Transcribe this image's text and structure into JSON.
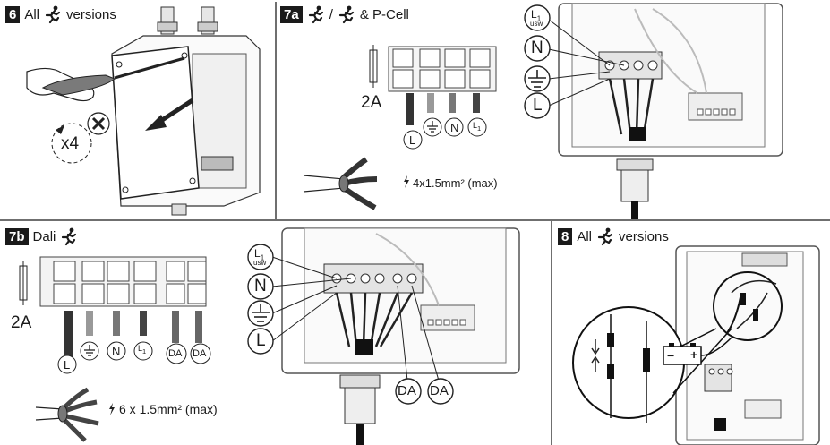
{
  "steps": {
    "s6": {
      "num": "6",
      "label": "All",
      "suffix": "versions"
    },
    "s7a": {
      "num": "7a",
      "sep": "/",
      "suffix": "& P-Cell"
    },
    "s7b": {
      "num": "7b",
      "label": "Dali"
    },
    "s8": {
      "num": "8",
      "label": "All",
      "suffix": "versions"
    }
  },
  "labels": {
    "x4": "x4",
    "fuse_7a": "2A",
    "fuse_7b": "2A",
    "cable_7a": "4x1.5mm² (max)",
    "cable_7b": "6 x 1.5mm² (max)",
    "L": "L",
    "N": "N",
    "L1": "L",
    "L1_sub": "1",
    "usw": "usw",
    "DA": "DA",
    "battery_minus": "−",
    "battery_plus": "+"
  },
  "icons": [
    "running-man-icon",
    "screwdriver-icon",
    "screw-head-icon",
    "ground-icon",
    "fuse-icon",
    "battery-icon",
    "lightning-icon"
  ]
}
